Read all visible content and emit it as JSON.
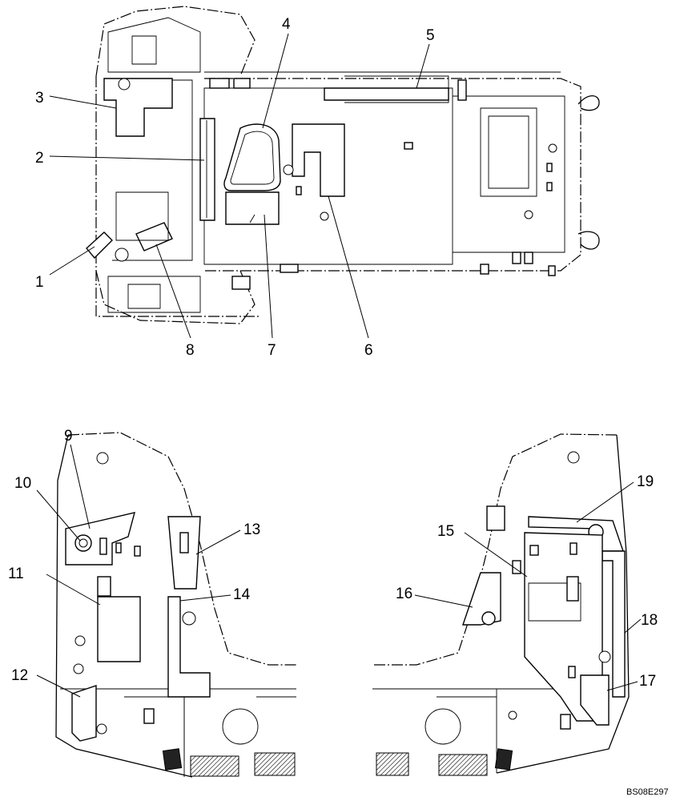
{
  "figure": {
    "reference_code": "BS08E297",
    "callouts": [
      "1",
      "2",
      "3",
      "4",
      "5",
      "6",
      "7",
      "8",
      "9",
      "10",
      "11",
      "12",
      "13",
      "14",
      "15",
      "16",
      "17",
      "18",
      "19"
    ]
  }
}
